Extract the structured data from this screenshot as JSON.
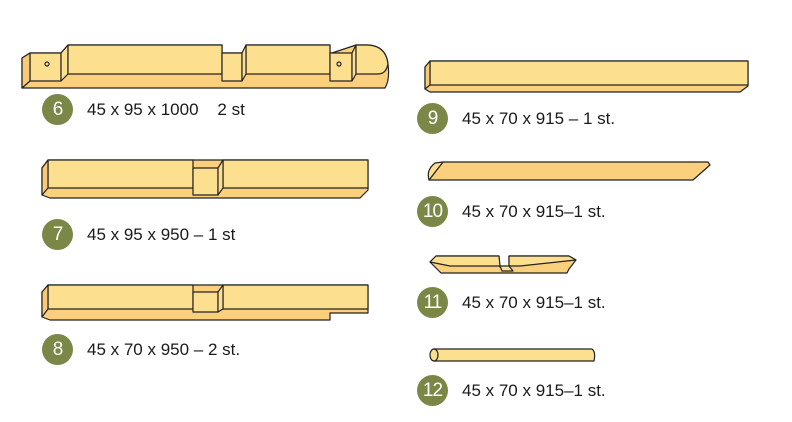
{
  "parts": [
    {
      "number": "6",
      "label": "45 x 95 x 1000    2 st"
    },
    {
      "number": "7",
      "label": "45 x 95 x 950 – 1 st"
    },
    {
      "number": "8",
      "label": "45 x 70 x 950 – 2 st."
    },
    {
      "number": "9",
      "label": "45 x 70 x 915 – 1 st."
    },
    {
      "number": "10",
      "label": "45 x 70 x 915–1 st."
    },
    {
      "number": "11",
      "label": "45 x 70 x 915–1 st."
    },
    {
      "number": "12",
      "label": "45 x 70 x 915–1 st."
    }
  ],
  "colors": {
    "top": "#fde08f",
    "front": "#fbd07c",
    "badge": "#7b8746"
  }
}
